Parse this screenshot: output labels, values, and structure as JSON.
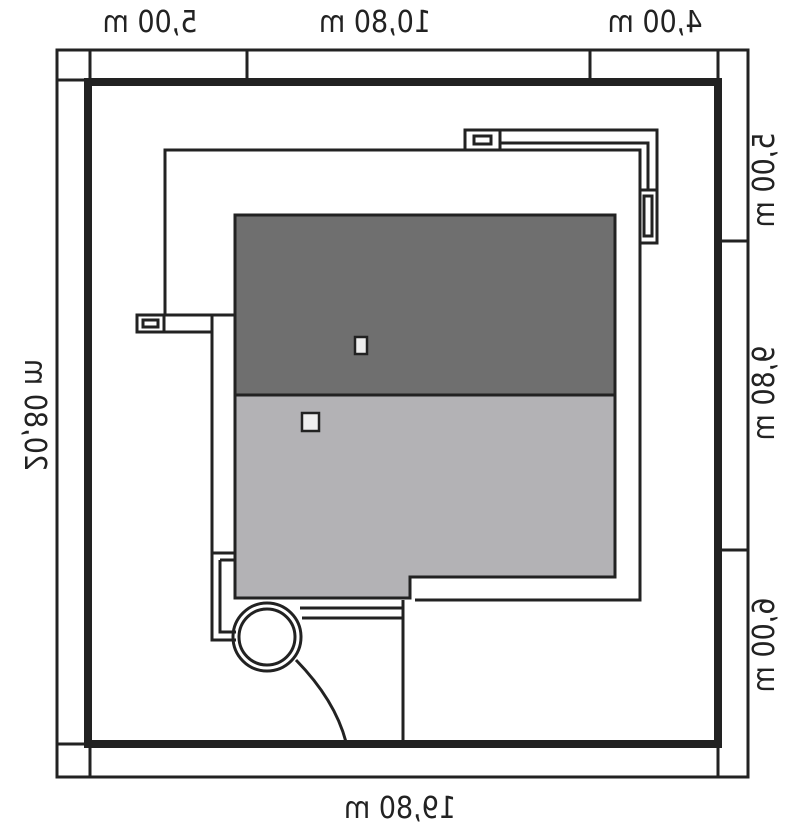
{
  "dimensions": {
    "top": [
      "5,00 m",
      "10,80 m",
      "4,00 m"
    ],
    "right": [
      "5,00 m",
      "9,80 m",
      "6,00 m"
    ],
    "left": "20,80 m",
    "bottom": "19,80 m"
  },
  "colors": {
    "line": "#222222",
    "roof_dark": "#6f6f6f",
    "roof_light": "#b3b2b5",
    "background": "#ffffff"
  }
}
